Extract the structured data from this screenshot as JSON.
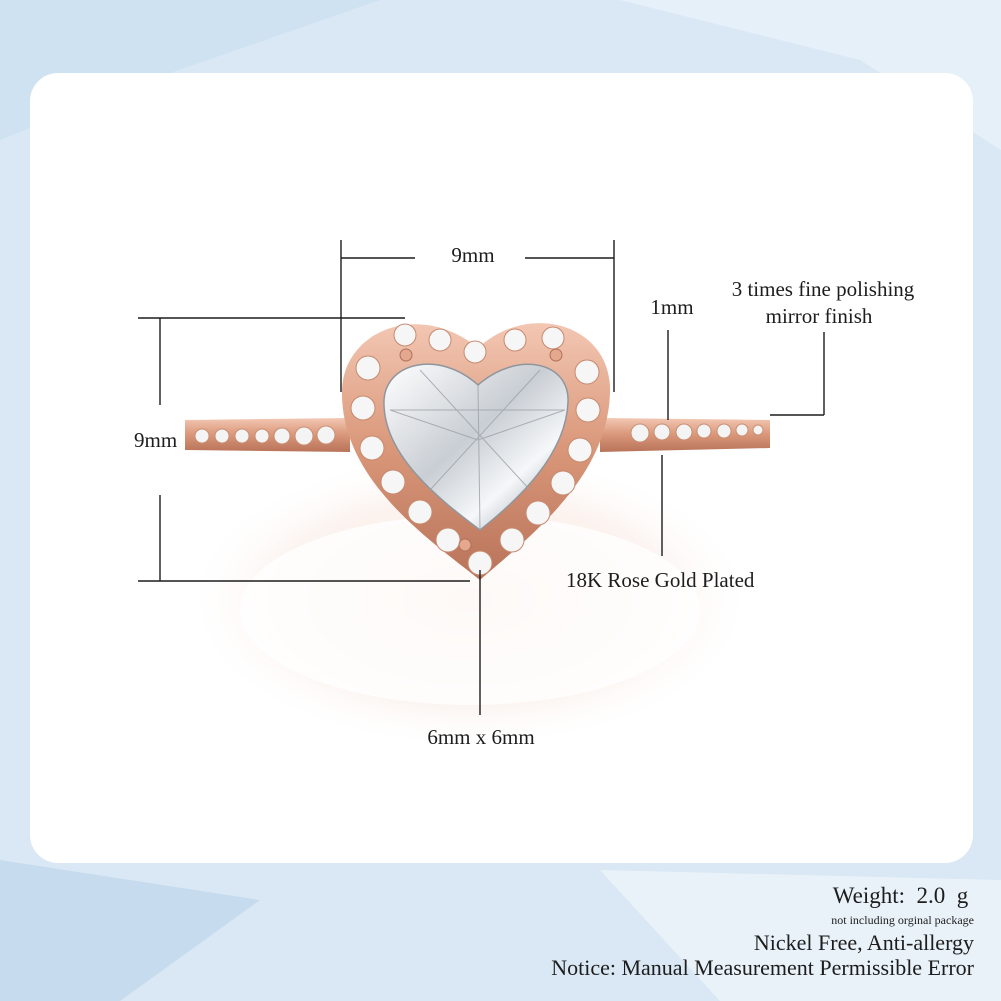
{
  "dimensions": {
    "width": "9mm",
    "height": "9mm",
    "band": "1mm",
    "stone": "6mm x 6mm"
  },
  "features": {
    "polishing": [
      "3 times fine polishing",
      "mirror finish"
    ],
    "plating": "18K Rose Gold Plated"
  },
  "specs": {
    "weight_label": "Weight:",
    "weight_value": "2.0",
    "weight_unit": "g",
    "weight_note": "not including orginal package",
    "material_note": "Nickel Free, Anti-allergy",
    "notice": "Notice: Manual Measurement Permissible Error"
  },
  "colors": {
    "background": "#d9e8f4",
    "rose_gold": "#e0a98f",
    "stone": "#eef1f4"
  }
}
